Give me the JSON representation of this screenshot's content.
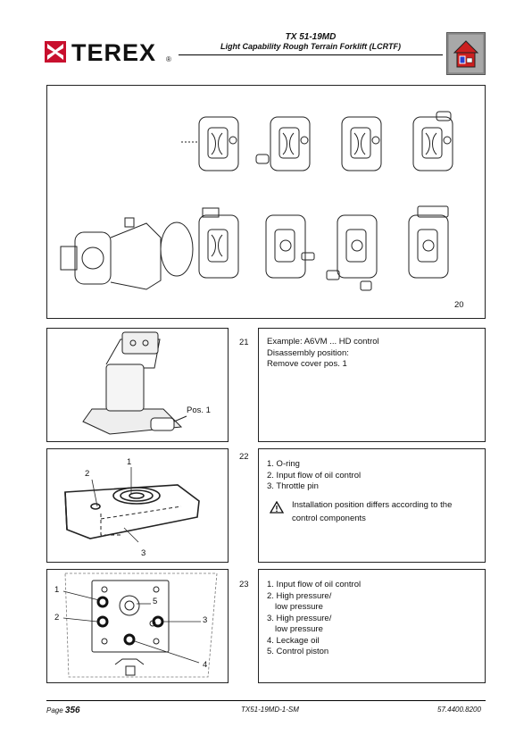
{
  "brand": {
    "name": "TEREX",
    "registered": "®"
  },
  "header": {
    "title": "TX 51-19MD",
    "subtitle": "Light Capability Rough Terrain Forklift (LCRTF)"
  },
  "home_button": {
    "icon": "home-icon"
  },
  "figures": {
    "f20": {
      "number": "20"
    },
    "f21": {
      "number": "21",
      "callout": "Pos. 1",
      "lines": [
        "Example: A6VM ... HD control",
        "Disassembly position:",
        "Remove cover pos. 1"
      ]
    },
    "f22": {
      "number": "22",
      "callouts": [
        "1",
        "2",
        "3"
      ],
      "lines": [
        "1. O-ring",
        "2. Input flow of oil control",
        "3. Throttle pin"
      ],
      "warning_icon": "warning-triangle-icon",
      "warning_lines": [
        "Installation position differs according to the",
        "control components"
      ]
    },
    "f23": {
      "number": "23",
      "callouts": [
        "1",
        "2",
        "3",
        "4",
        "5"
      ],
      "lines": [
        "1. Input flow of oil control",
        "2. High pressure/",
        "low pressure",
        "3. High pressure/",
        "low pressure",
        "4. Leckage oil",
        "5. Control piston"
      ]
    }
  },
  "footer": {
    "page_label": "Page",
    "page_number": "356",
    "doc_id": "TX51-19MD-1-SM",
    "part_number": "57.4400.8200"
  },
  "colors": {
    "brand_red": "#c8102e",
    "home_bg": "#9a9a9a",
    "house_red": "#cc1f1f",
    "house_blue": "#2a3fd0"
  }
}
